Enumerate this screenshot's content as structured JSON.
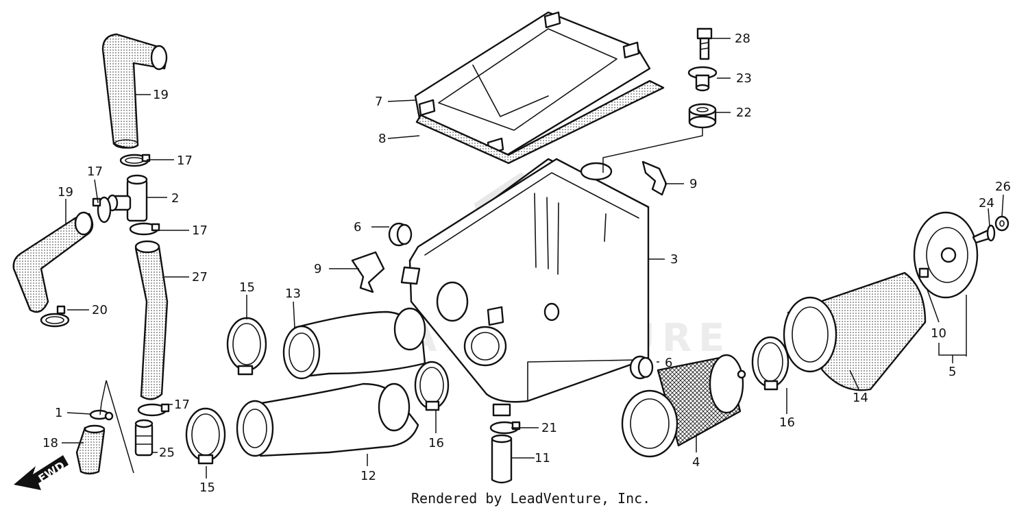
{
  "diagram": {
    "parts": [
      {
        "id": "p1",
        "label": "1"
      },
      {
        "id": "p2",
        "label": "2"
      },
      {
        "id": "p3",
        "label": "3"
      },
      {
        "id": "p4",
        "label": "4"
      },
      {
        "id": "p5",
        "label": "5"
      },
      {
        "id": "p6a",
        "label": "6"
      },
      {
        "id": "p6b",
        "label": "6"
      },
      {
        "id": "p7",
        "label": "7"
      },
      {
        "id": "p8",
        "label": "8"
      },
      {
        "id": "p9a",
        "label": "9"
      },
      {
        "id": "p9b",
        "label": "9"
      },
      {
        "id": "p10",
        "label": "10"
      },
      {
        "id": "p11",
        "label": "11"
      },
      {
        "id": "p12",
        "label": "12"
      },
      {
        "id": "p13",
        "label": "13"
      },
      {
        "id": "p14",
        "label": "14"
      },
      {
        "id": "p15a",
        "label": "15"
      },
      {
        "id": "p15b",
        "label": "15"
      },
      {
        "id": "p16a",
        "label": "16"
      },
      {
        "id": "p16b",
        "label": "16"
      },
      {
        "id": "p17a",
        "label": "17"
      },
      {
        "id": "p17b",
        "label": "17"
      },
      {
        "id": "p17c",
        "label": "17"
      },
      {
        "id": "p17d",
        "label": "17"
      },
      {
        "id": "p18",
        "label": "18"
      },
      {
        "id": "p19a",
        "label": "19"
      },
      {
        "id": "p19b",
        "label": "19"
      },
      {
        "id": "p20",
        "label": "20"
      },
      {
        "id": "p21",
        "label": "21"
      },
      {
        "id": "p22",
        "label": "22"
      },
      {
        "id": "p23",
        "label": "23"
      },
      {
        "id": "p24",
        "label": "24"
      },
      {
        "id": "p25",
        "label": "25"
      },
      {
        "id": "p26",
        "label": "26"
      },
      {
        "id": "p27",
        "label": "27"
      },
      {
        "id": "p28",
        "label": "28"
      }
    ],
    "fwd_label": "FWD",
    "watermark": "LEADVENTURE",
    "footer": "Rendered by LeadVenture, Inc.",
    "colors": {
      "ink": "#111111",
      "watermark": "#ebebeb",
      "background": "#ffffff"
    }
  }
}
